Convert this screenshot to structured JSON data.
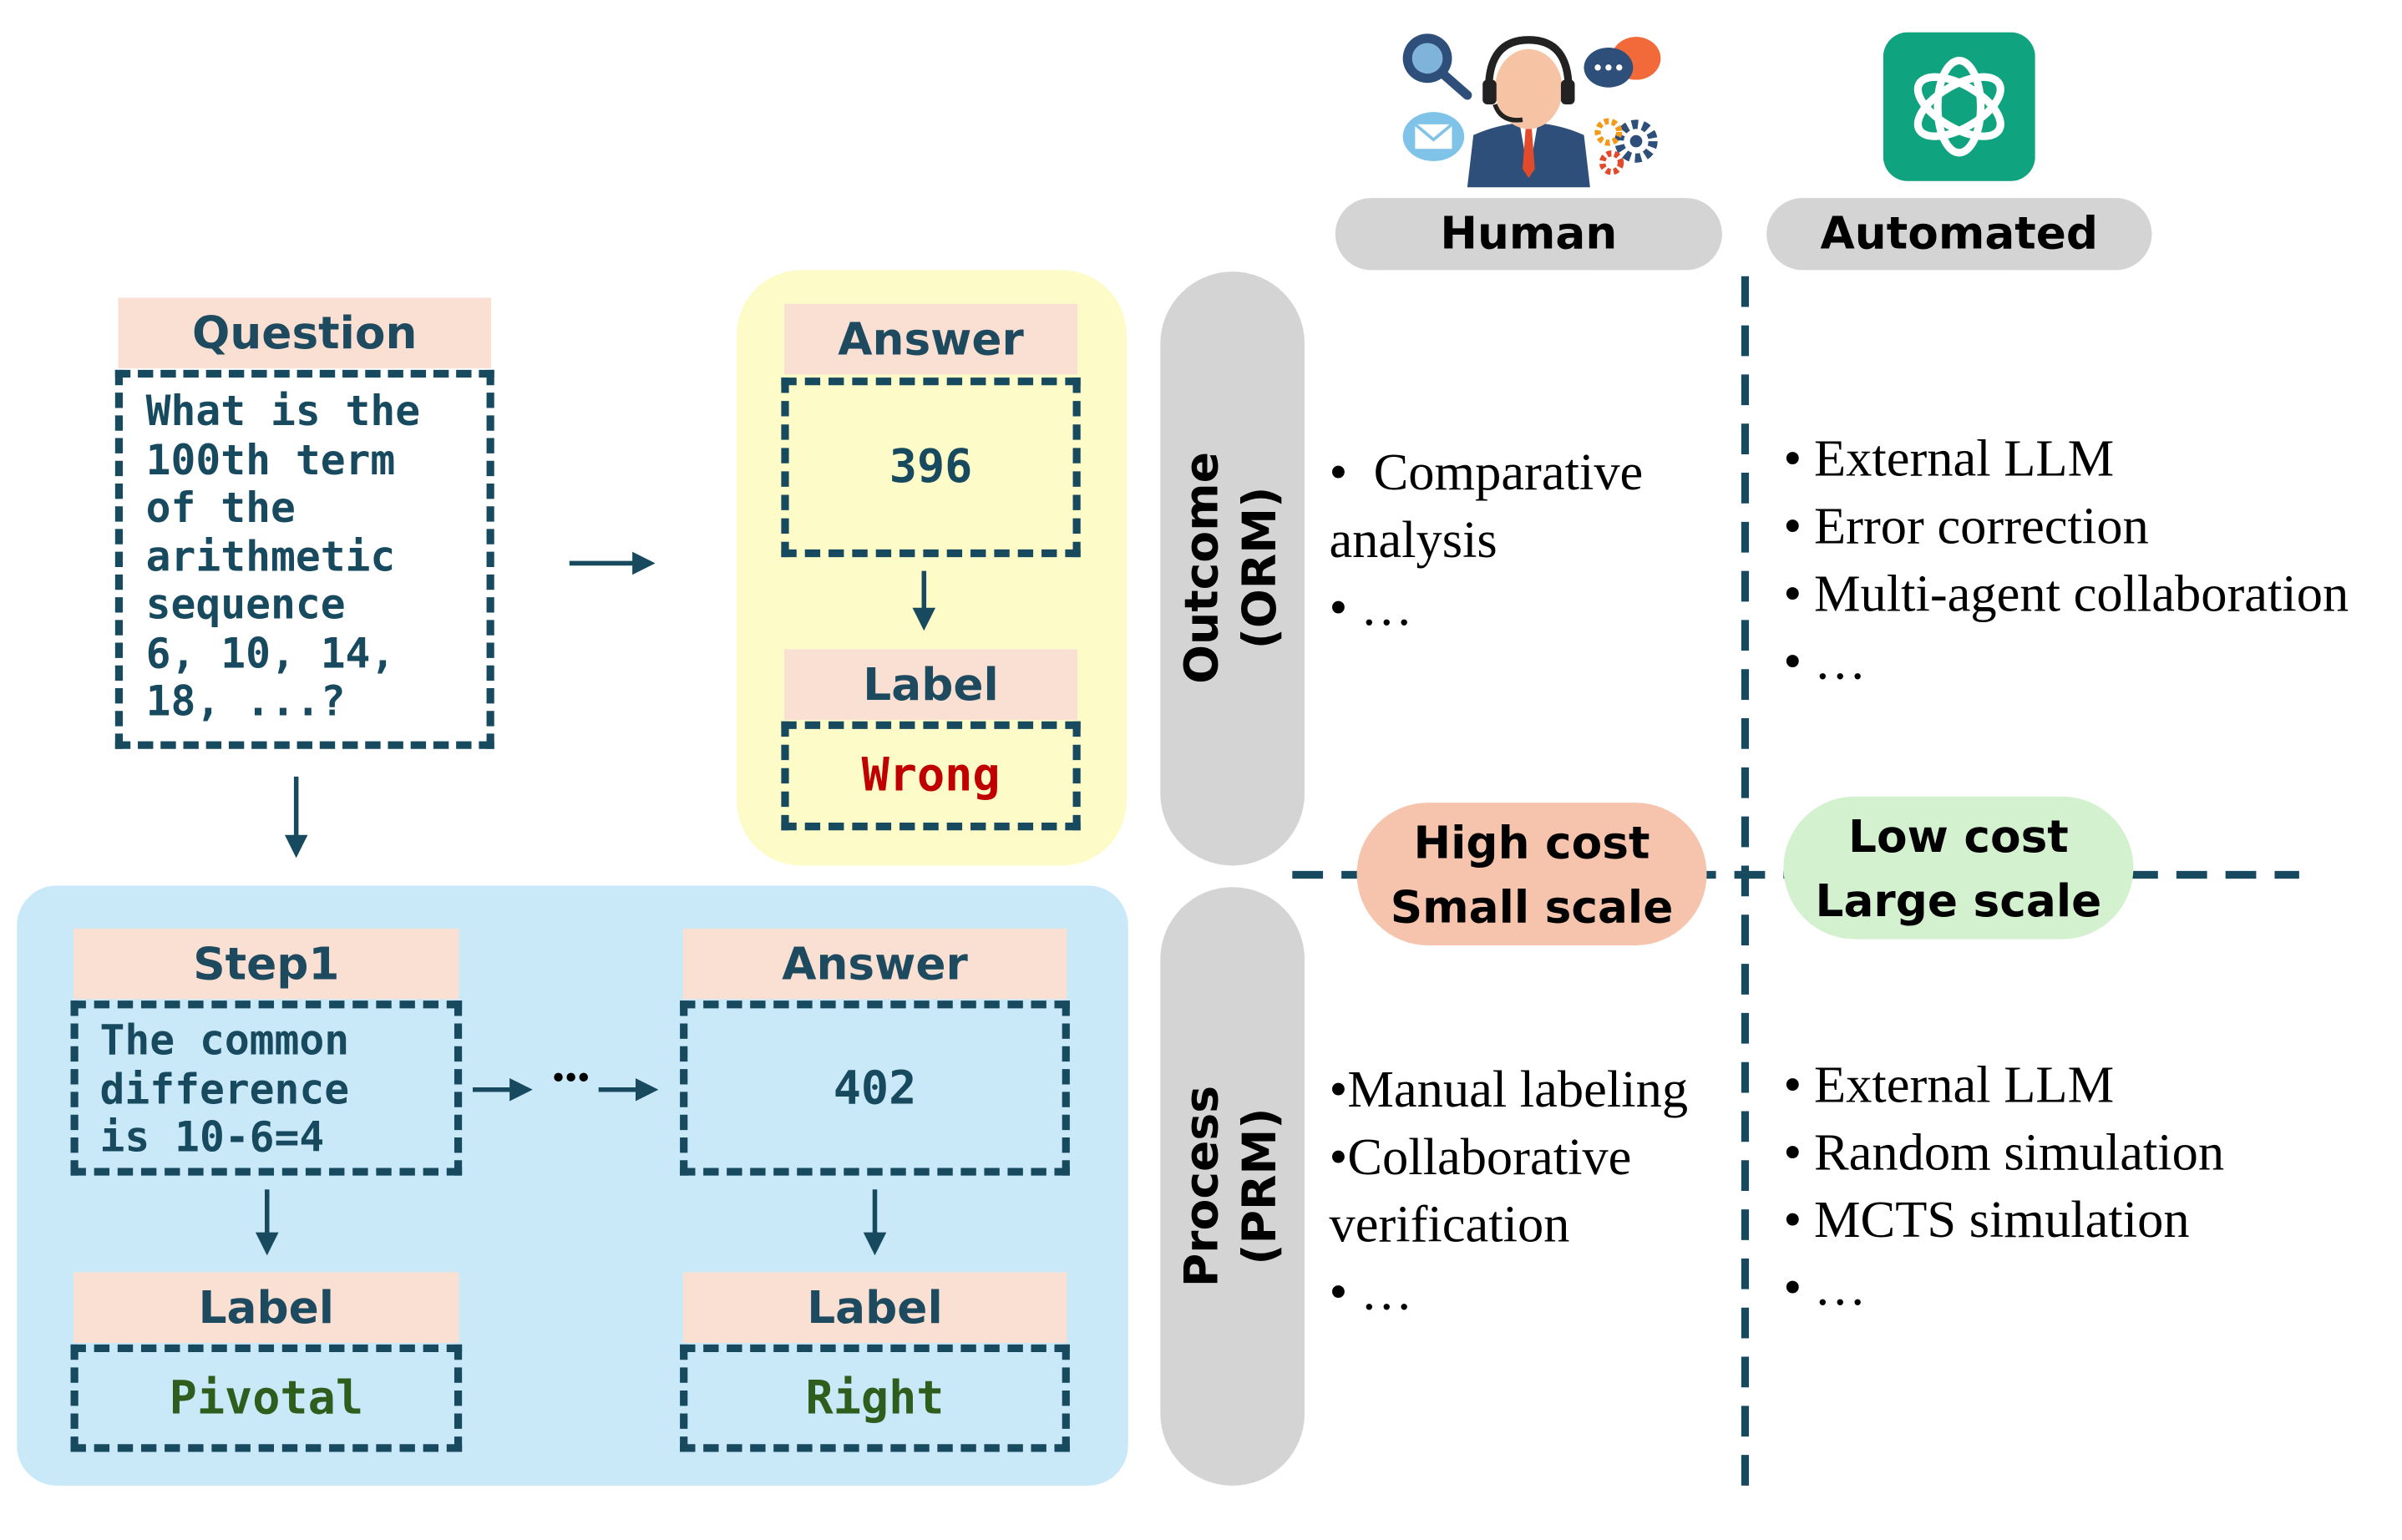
{
  "top_icons": {
    "human": "customer-support-agent-icon",
    "automated": "chatgpt-logo-icon"
  },
  "columns": {
    "human": "Human",
    "automated": "Automated"
  },
  "outcome_flow": {
    "question_header": "Question",
    "question_lines": [
      "What is the",
      "100th term",
      "of the",
      "arithmetic",
      "sequence",
      "6, 10, 14,",
      "18, ...?"
    ],
    "answer_header": "Answer",
    "answer_value": "396",
    "label_header": "Label",
    "label_value": "Wrong"
  },
  "process_flow": {
    "step_header": "Step1",
    "step_lines": [
      "The common",
      "difference",
      "is 10-6=4"
    ],
    "ellipsis": "•••",
    "answer_header": "Answer",
    "answer_value": "402",
    "step_label_header": "Label",
    "step_label_value": "Pivotal",
    "answer_label_header": "Label",
    "answer_label_value": "Right"
  },
  "rows": {
    "outcome": {
      "line1": "Outcome",
      "line2": "(ORM)"
    },
    "process": {
      "line1": "Process",
      "line2": "(PRM)"
    }
  },
  "human_outcome_items": [
    "Comparative",
    "analysis",
    "…"
  ],
  "automated_outcome_items": [
    "External LLM",
    "Error correction",
    "Multi-agent collaboration",
    "…"
  ],
  "human_process_items": [
    "Manual labeling",
    "Collaborative",
    "verification",
    "…"
  ],
  "automated_process_items": [
    "External LLM",
    "Random simulation",
    "MCTS simulation",
    "…"
  ],
  "costs": {
    "human": {
      "line1": "High cost",
      "line2": "Small scale"
    },
    "automated": {
      "line1": "Low cost",
      "line2": "Large scale"
    }
  },
  "colors": {
    "dark_teal": "#184a5f",
    "wrong_red": "#c00000",
    "right_green": "#2e5e1e",
    "yellow_panel": "#fdfbc7",
    "blue_panel": "#c9e9f8",
    "header_peach": "#fadfd3",
    "pill_gray": "#d4d4d4",
    "high_cost": "#f6c4ac",
    "low_cost": "#d4f1cf"
  }
}
